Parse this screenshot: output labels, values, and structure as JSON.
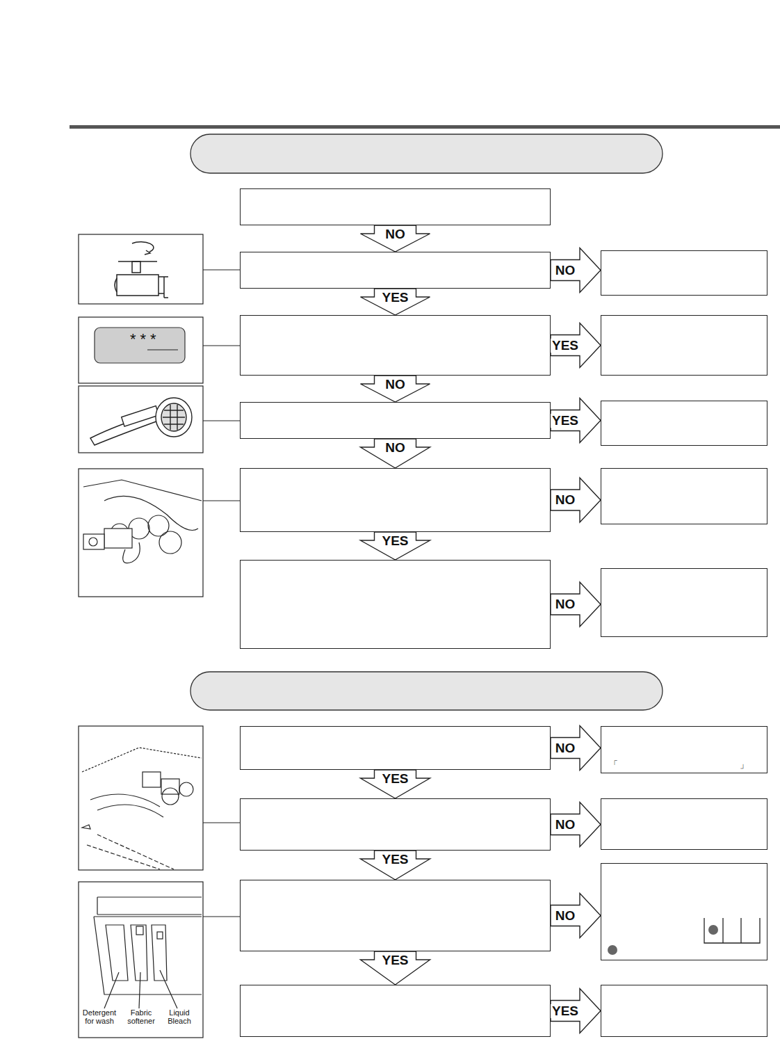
{
  "diagram": {
    "nodes": [
      {
        "text": []
      },
      {
        "text": []
      },
      {
        "text": []
      },
      {
        "text": []
      },
      {
        "text": []
      },
      {
        "text": []
      },
      {
        "text": []
      },
      {
        "text": []
      },
      {
        "text": []
      },
      {
        "text": []
      },
      {
        "text": []
      },
      {
        "text": []
      },
      {
        "text": []
      },
      {
        "text": []
      },
      {
        "text": []
      },
      {
        "text": []
      },
      {
        "text": []
      },
      {
        "text": []
      },
      {
        "text": []
      }
    ],
    "edges": [
      {
        "from": 0,
        "to": 1,
        "label": "NO",
        "arrow": "to"
      },
      {
        "from": 1,
        "to": 2,
        "label": "NO",
        "arrow": "to"
      },
      {
        "from": 1,
        "to": 3,
        "label": "YES",
        "arrow": "to"
      },
      {
        "from": 3,
        "to": 4,
        "label": "YES",
        "arrow": "to"
      },
      {
        "from": 3,
        "to": 5,
        "label": "NO",
        "arrow": "to"
      },
      {
        "from": 5,
        "to": 6,
        "label": "YES",
        "arrow": "to"
      },
      {
        "from": 5,
        "to": 7,
        "label": "NO",
        "arrow": "to"
      },
      {
        "from": 7,
        "to": 8,
        "label": "NO",
        "arrow": "to"
      },
      {
        "from": 7,
        "to": 9,
        "label": "YES",
        "arrow": "to"
      },
      {
        "from": 9,
        "to": 10,
        "label": "NO",
        "arrow": "to"
      },
      {
        "from": 11,
        "to": 12,
        "label": "NO",
        "arrow": "to"
      },
      {
        "from": 11,
        "to": 13,
        "label": "YES",
        "arrow": "to"
      },
      {
        "from": 13,
        "to": 14,
        "label": "NO",
        "arrow": "to"
      },
      {
        "from": 13,
        "to": 15,
        "label": "YES",
        "arrow": "to"
      },
      {
        "from": 15,
        "to": 16,
        "label": "NO",
        "arrow": "to"
      },
      {
        "from": 15,
        "to": 17,
        "label": "YES",
        "arrow": "to"
      },
      {
        "from": 17,
        "to": 18,
        "label": "YES",
        "arrow": "to"
      }
    ],
    "labels": [
      "***",
      "「",
      "」",
      "Detergent for wash",
      "Fabric softener",
      "Liquid Bleach"
    ]
  }
}
